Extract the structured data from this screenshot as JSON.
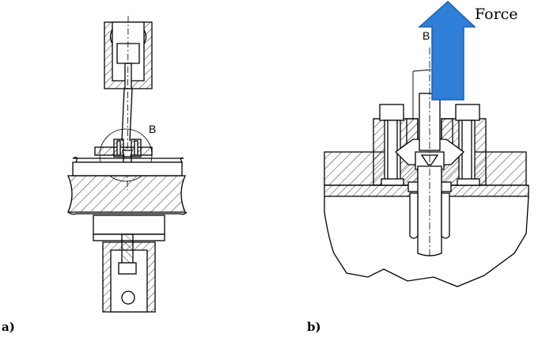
{
  "panel_a": {
    "caption": "a)",
    "detail_label": "B"
  },
  "panel_b": {
    "caption": "b)",
    "detail_label": "B",
    "force_label": "Force",
    "arrow_color": "#2f7fd8",
    "arrow_outline": "#1d5fb0"
  },
  "colors": {
    "line": "#000000",
    "hatch": "#333333",
    "background": "#ffffff"
  }
}
